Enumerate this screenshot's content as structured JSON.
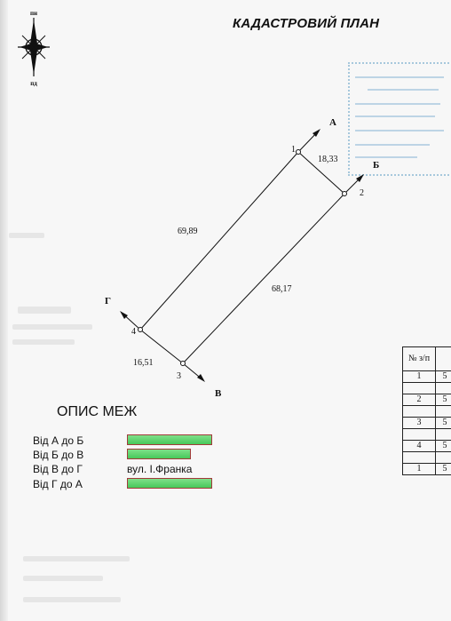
{
  "header": {
    "title": "КАДАСТРОВИЙ ПЛАН",
    "compass_north": "пн",
    "compass_south": "пд"
  },
  "plan": {
    "points": [
      "1",
      "2",
      "3",
      "4"
    ],
    "corners": [
      "А",
      "Б",
      "В",
      "Г"
    ],
    "distances": {
      "d12": "18,33",
      "d14": "69,89",
      "d23": "68,17",
      "d34": "16,51"
    }
  },
  "description": {
    "title": "ОПИС МЕЖ",
    "rows": [
      {
        "label": "Від А до Б",
        "value": ""
      },
      {
        "label": "Від Б до В",
        "value": ""
      },
      {
        "label": "Від В до Г",
        "value": "вул. І.Франка"
      },
      {
        "label": "Від Г до А",
        "value": ""
      }
    ]
  },
  "table": {
    "header": "№ з/п",
    "rows": [
      {
        "num": "1",
        "val": "5"
      },
      {
        "num": "2",
        "val": "5"
      },
      {
        "num": "3",
        "val": "5"
      },
      {
        "num": "4",
        "val": "5"
      },
      {
        "num": "1",
        "val": "5"
      }
    ]
  }
}
